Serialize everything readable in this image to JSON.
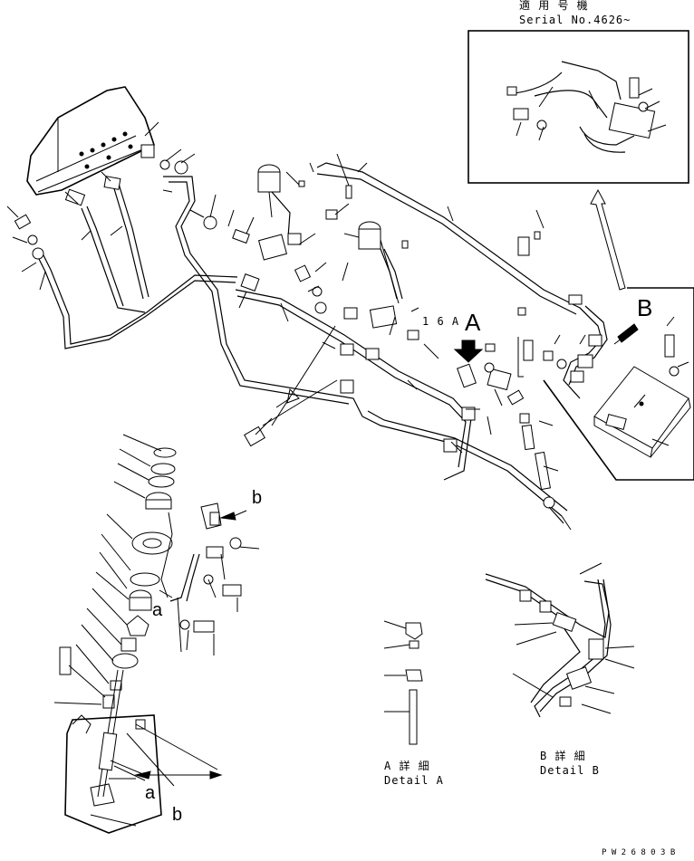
{
  "inset": {
    "title_jp": "適 用 号 機",
    "title_en": "Serial No.4626~"
  },
  "callouts": {
    "label_16a": "1 6 A",
    "view_a": "A",
    "view_b": "B",
    "ref_b_upper": "b",
    "ref_a_mid": "a",
    "ref_a_lower": "a",
    "ref_b_lower": "b"
  },
  "details": {
    "a_jp": "A 詳 細",
    "a_en": "Detail A",
    "b_jp": "B 詳 細",
    "b_en": "Detail B"
  },
  "drawing_number": "P W 2 6 8 0 3 B"
}
